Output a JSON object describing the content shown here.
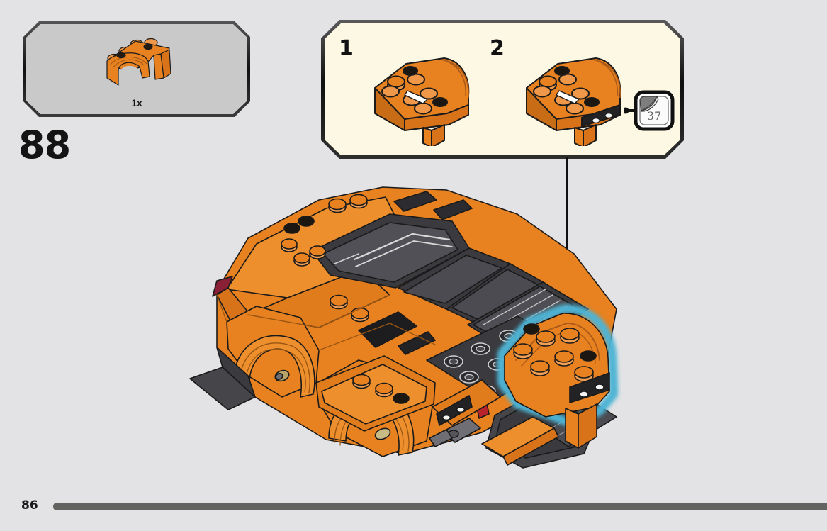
{
  "page": {
    "number": "86",
    "background_color": "#e3e3e5",
    "footer_bar_color": "#63635f"
  },
  "step": {
    "number": "88"
  },
  "parts_callout": {
    "quantity_label": "1x",
    "background_color": "#c9c9c9",
    "border_color": "#1c1c1c",
    "part": {
      "name": "arch-brick-1x6x2",
      "color": "#e8811f"
    }
  },
  "substep_callout": {
    "background_color": "#fdf8e3",
    "border_color": "#1c1c1c",
    "steps": [
      {
        "number": "1",
        "name": "substep-brick-plain"
      },
      {
        "number": "2",
        "name": "substep-brick-stickered"
      }
    ],
    "sticker": {
      "number": "37",
      "name": "sticker-badge"
    }
  },
  "model": {
    "name": "orange-sports-car",
    "highlight_color": "#4fb4d4",
    "body_color": "#e8811f",
    "dark_color": "#3b3b3f"
  },
  "arrow": {
    "name": "placement-arrow",
    "color": "#111111"
  }
}
